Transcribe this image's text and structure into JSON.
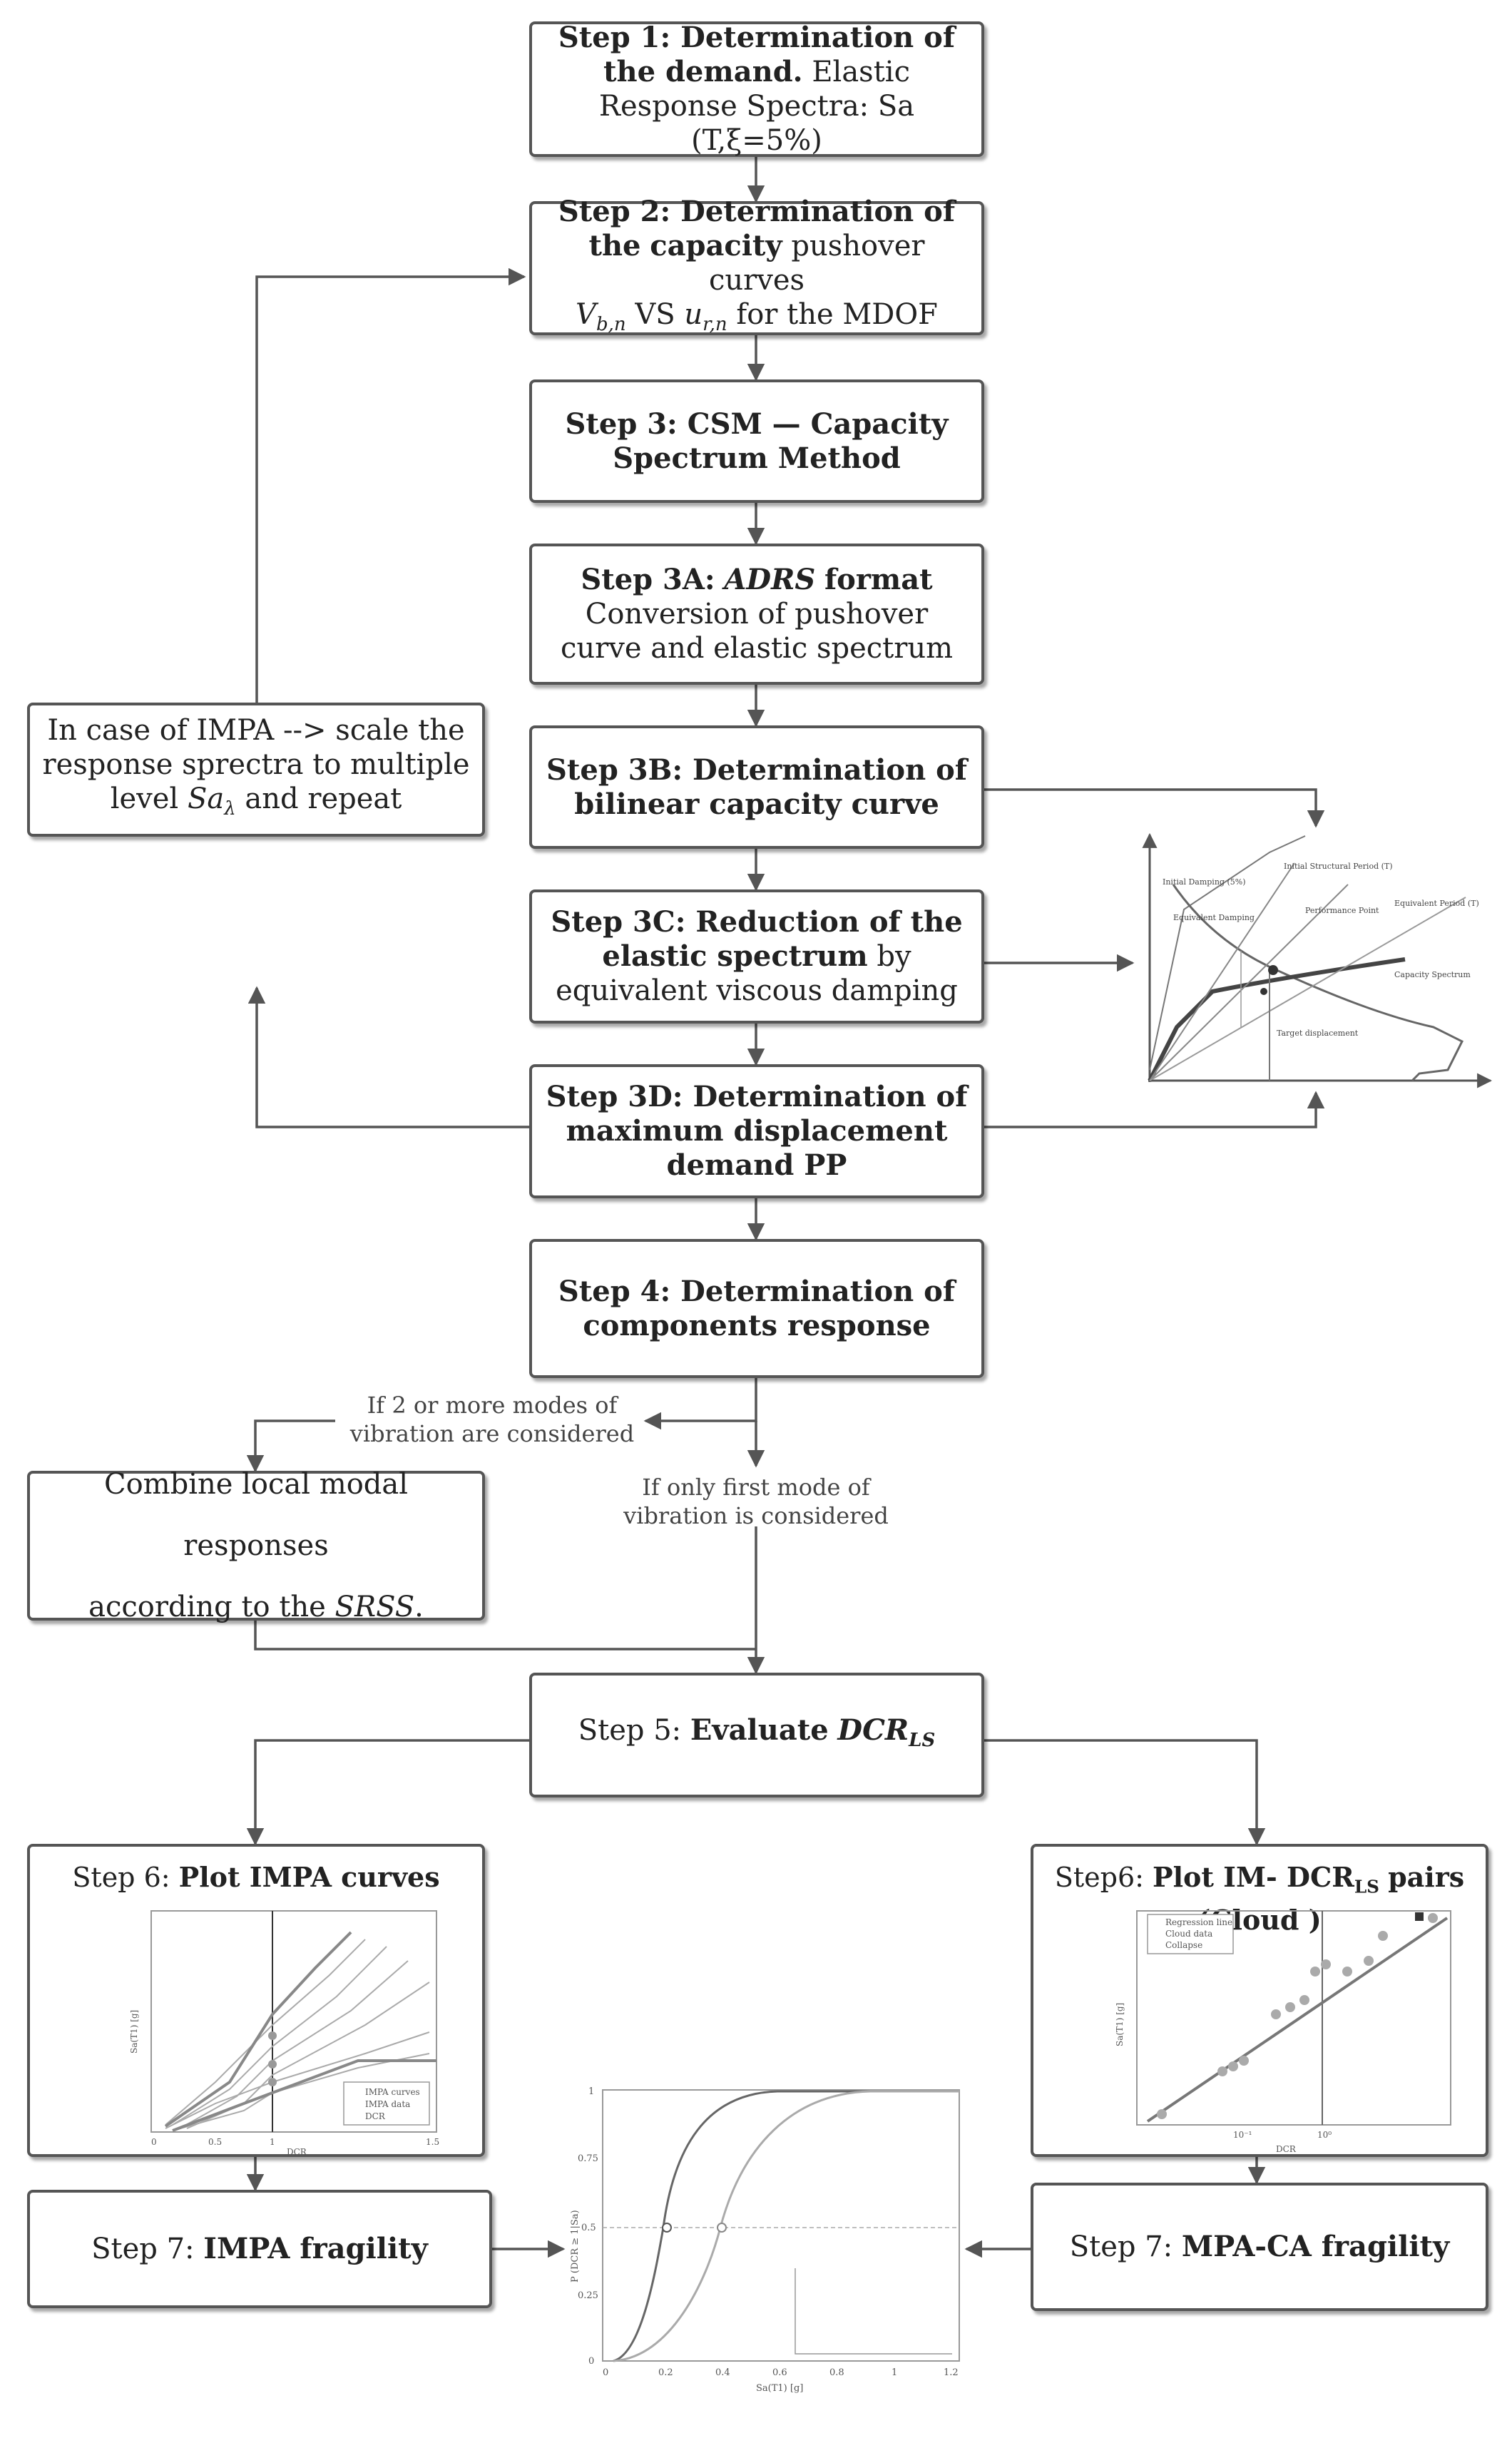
{
  "step1": {
    "bold": "Step 1: Determination of the demand.",
    "rest": "Elastic Response Spectra: Sa (T,ξ=5%)"
  },
  "step2": {
    "bold_a": "Step 2: Determination of the",
    "bold_b": "capacity",
    "rest_a": "pushover curves",
    "v": "V",
    "v_sub": "b,n",
    "vs": "VS",
    "u": "u",
    "u_sub": "r,n",
    "rest_b": "for the MDOF"
  },
  "step3": {
    "bold": "Step 3: CSM — Capacity Spectrum Method"
  },
  "step3a": {
    "bold": "Step 3A:",
    "ital": "ADRS",
    "bold_b": "format",
    "rest": "Conversion of pushover curve and elastic spectrum"
  },
  "step3b": {
    "bold": "Step 3B: Determination of bilinear capacity curve"
  },
  "step3c": {
    "bold_a": "Step 3C: Reduction of the",
    "bold_b": "elastic spectrum",
    "rest": "by equivalent viscous damping"
  },
  "step3d": {
    "bold": "Step 3D: Determination of maximum displacement demand PP"
  },
  "step4": {
    "bold": "Step 4:  Determination of components response"
  },
  "impa_loop": {
    "text_a": "In case of IMPA --> scale the response sprectra to multiple level",
    "sa": "Sa",
    "sa_sub": "λ",
    "text_b": "and repeat"
  },
  "branch_multi": "If 2 or more modes of vibration  are considered",
  "branch_first": "If only first mode of vibration is considered",
  "combine": {
    "line1": "Combine  local modal responses",
    "line2a": "according to the",
    "line2b": "SRSS",
    "line2c": "."
  },
  "step5": {
    "plain": "Step 5:",
    "bold": "Evaluate",
    "dcr": "DCR",
    "dcr_sub": "LS"
  },
  "step6a": {
    "plain": "Step 6:",
    "bold": "Plot IMPA curves"
  },
  "step6b": {
    "plain": "Step6:",
    "bold_a": "Plot IM- DCR",
    "sub": "LS",
    "bold_b": "pairs (Cloud )"
  },
  "step7a": {
    "plain": "Step 7:",
    "bold": "IMPA fragility"
  },
  "step7b": {
    "plain": "Step 7:",
    "bold": "MPA-CA fragility"
  },
  "csm_plot": {
    "labels": [
      "Initial Damping (5%)",
      "Initial Structural Period (T)",
      "Equivalent Damping",
      "Performance Point",
      "Equivalent Period (T)",
      "Capacity Spectrum",
      "Target displacement"
    ]
  },
  "impa_plot": {
    "legend": [
      "IMPA curves",
      "IMPA data",
      "DCR"
    ],
    "x_ticks": [
      "0",
      "0.5",
      "1",
      "1.5"
    ],
    "x_label": "DCR",
    "y_label": "Sa(T1) [g]"
  },
  "cloud_plot": {
    "legend": [
      "Regression line",
      "Cloud data",
      "Collapse"
    ],
    "x_ticks": [
      "10⁻¹",
      "10⁰"
    ],
    "x_label": "DCR",
    "y_label": "Sa(T1) [g]"
  },
  "fragility_plot": {
    "y_ticks": [
      "0",
      "0.25",
      "0.5",
      "0.75",
      "1"
    ],
    "x_ticks": [
      "0",
      "0.2",
      "0.4",
      "0.6",
      "0.8",
      "1",
      "1.2"
    ],
    "x_label": "Sa(T1) [g]",
    "y_label": "P (DCR ≥ 1|Sa)"
  }
}
